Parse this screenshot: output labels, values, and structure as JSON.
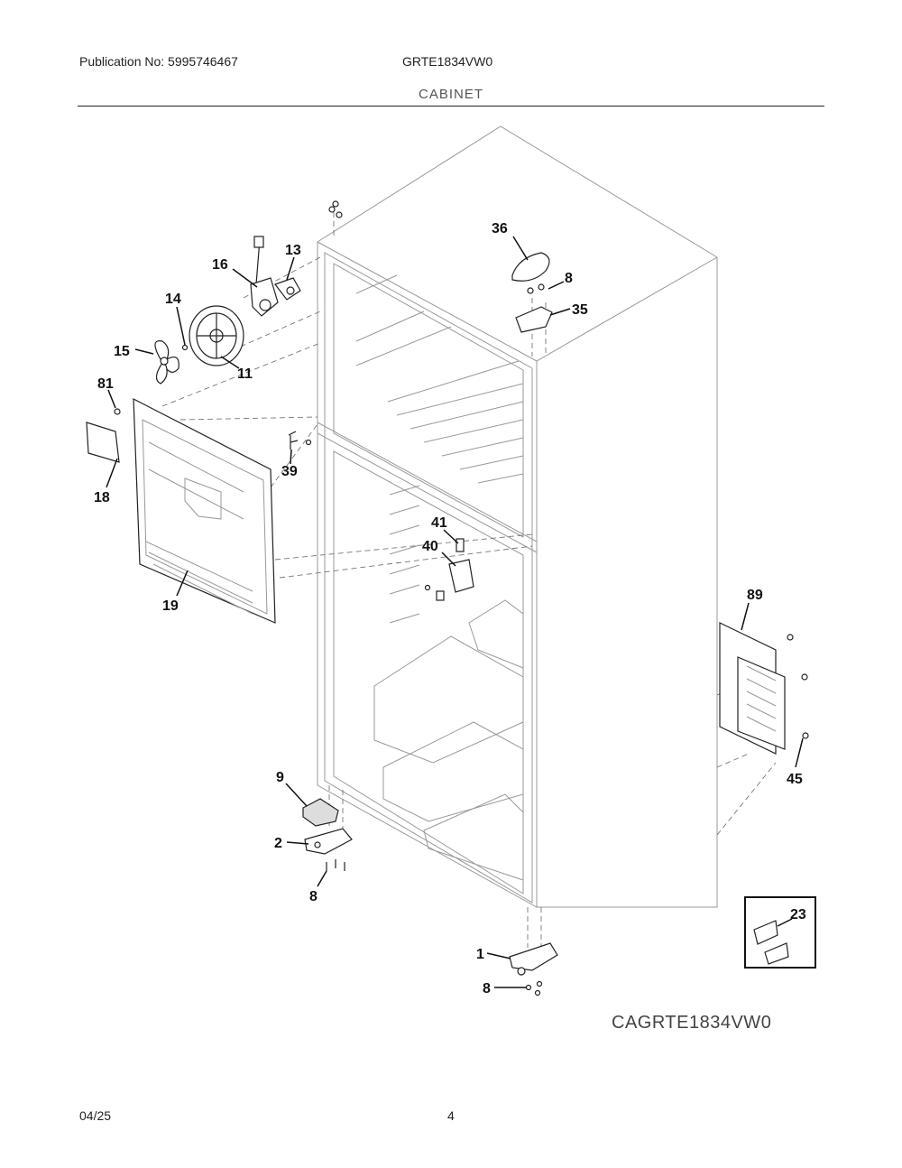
{
  "header": {
    "publication": "Publication No: 5995746467",
    "model": "GRTE1834VW0",
    "section": "CABINET"
  },
  "footer": {
    "date": "04/25",
    "page": "4"
  },
  "diagram_code": "CAGRTE1834VW0",
  "callouts": {
    "c36": "36",
    "c8a": "8",
    "c35": "35",
    "c13": "13",
    "c16": "16",
    "c14": "14",
    "c15": "15",
    "c11": "11",
    "c81": "81",
    "c18": "18",
    "c19": "19",
    "c39": "39",
    "c41": "41",
    "c40": "40",
    "c89": "89",
    "c45": "45",
    "c9": "9",
    "c2": "2",
    "c8b": "8",
    "c23": "23",
    "c1": "1",
    "c8c": "8"
  }
}
